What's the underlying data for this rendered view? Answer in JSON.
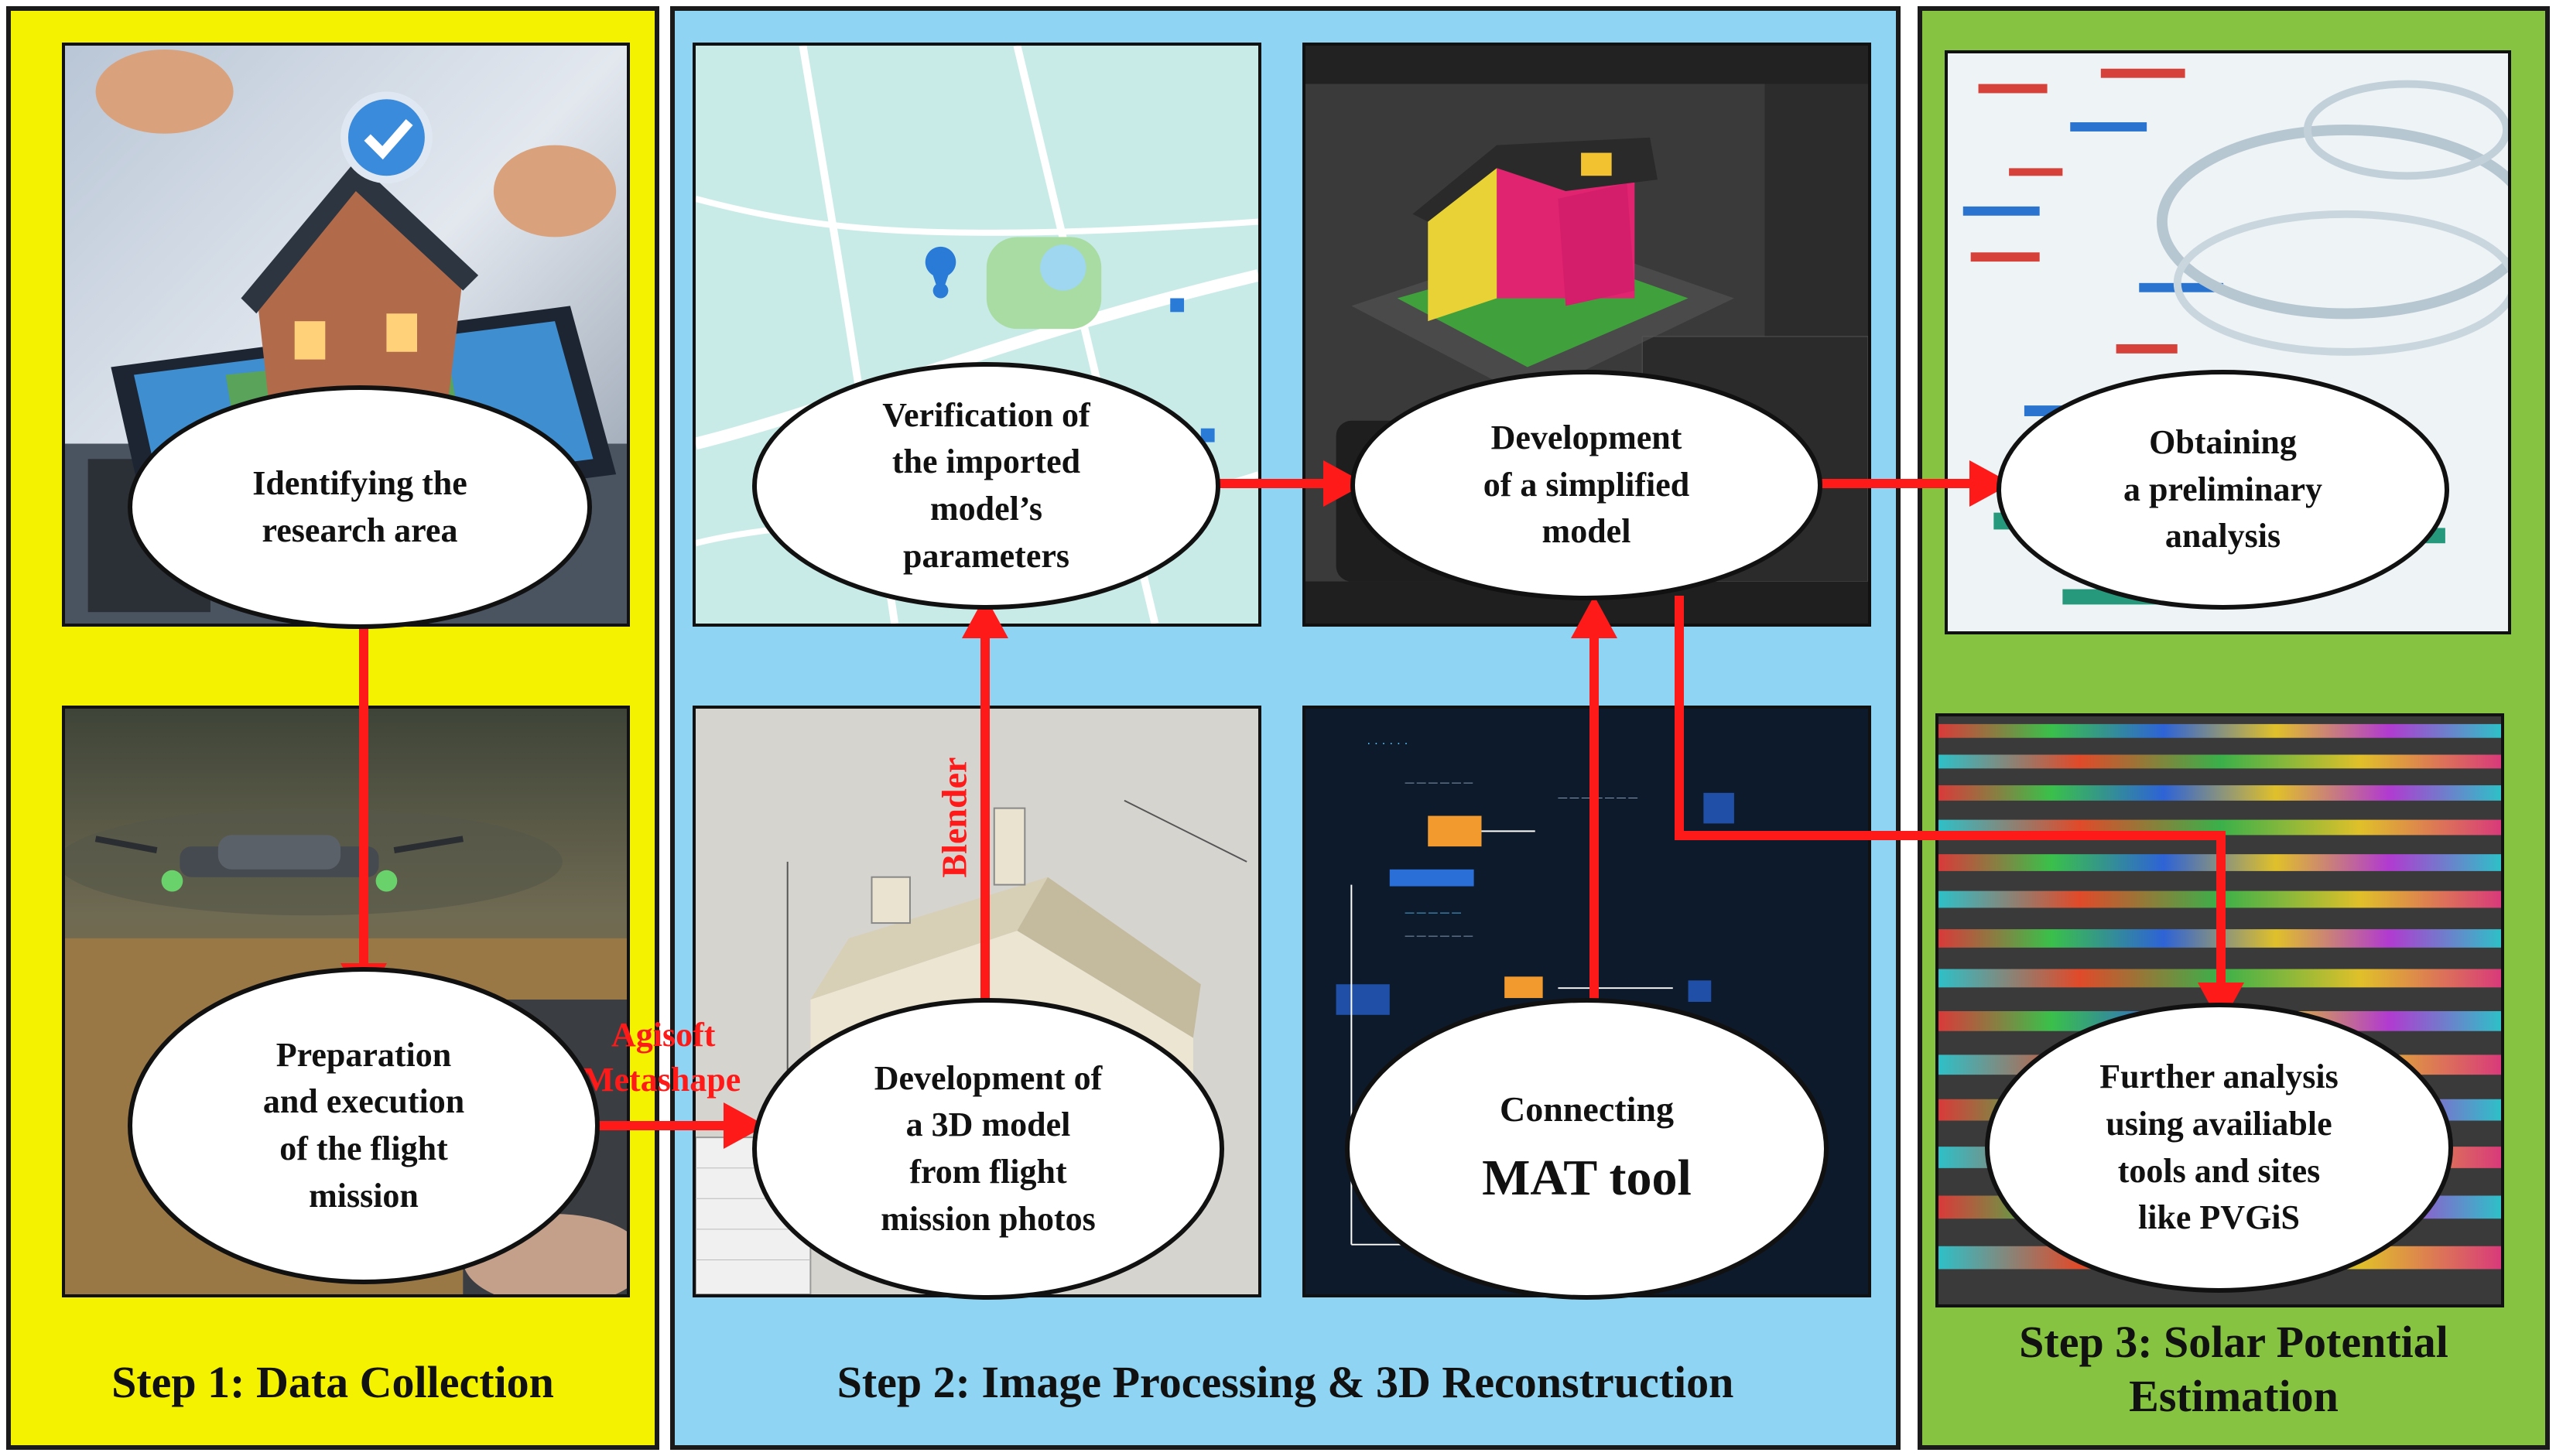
{
  "colors": {
    "step1_bg": "#f5f200",
    "step2_bg": "#8fd4f2",
    "step3_bg": "#85c341",
    "arrow": "#ff1a1a",
    "ellipse_fill": "#ffffff",
    "ellipse_stroke": "#111111"
  },
  "steps": [
    {
      "title": "Step 1: Data Collection"
    },
    {
      "title": "Step 2: Image Processing & 3D Reconstruction"
    },
    {
      "title": "Step 3: Solar Potential\nEstimation"
    }
  ],
  "nodes": {
    "identify": "Identifying the\nresearch area",
    "flight": "Preparation\nand execution\nof the flight\nmission",
    "verification": "Verification of\nthe imported\nmodel’s\nparameters",
    "model3d": "Development of\na 3D model\nfrom flight\nmission photos",
    "simplified": "Development\nof a simplified\nmodel",
    "mat_line1": "Connecting",
    "mat_line2": "MAT tool",
    "preliminary": "Obtaining\na preliminary\nanalysis",
    "further": "Further analysis\nusing availiable\ntools and sites\nlike PVGiS"
  },
  "arrow_labels": {
    "agisoft_line1": "Agisoft",
    "agisoft_line2": "Metashape",
    "blender": "Blender"
  },
  "images": {
    "house_tablet": "house-on-tablet-photo",
    "drone": "drone-flight-photo",
    "map": "street-map-screenshot",
    "house_model": "3d-house-model-render",
    "blender_ui": "blender-colored-house-screenshot",
    "mat_diagram": "mat-tool-flowchart-screenshot",
    "lab_glass": "laboratory-glassware-photo",
    "color_bands": "color-band-grid-photo"
  }
}
